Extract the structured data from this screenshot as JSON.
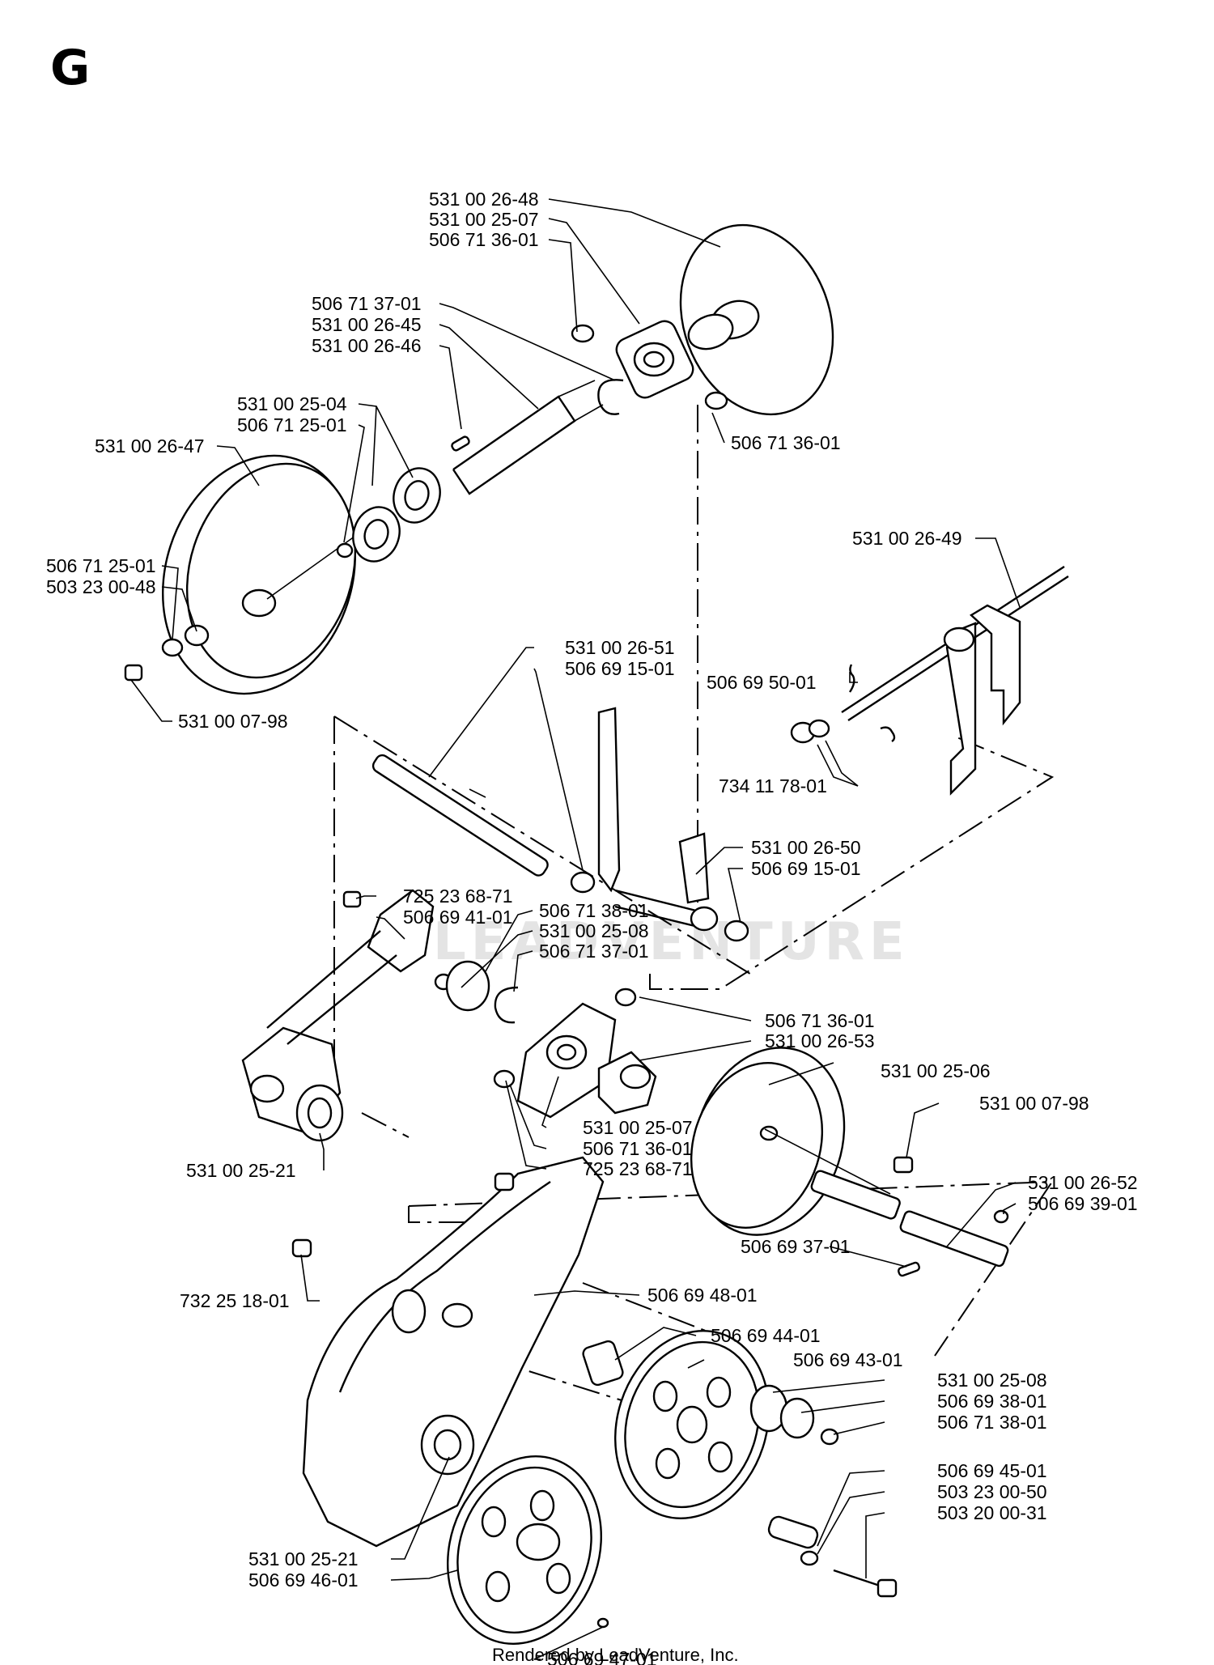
{
  "section_letter": "G",
  "watermark": "LEADVENTURE",
  "footer": "Rendered by LeadVenture, Inc.",
  "callouts": [
    {
      "label": "531 00 26-48"
    },
    {
      "label": "531 00 25-07"
    },
    {
      "label": "506 71 36-01"
    },
    {
      "label": "506 71 37-01"
    },
    {
      "label": "531 00 26-45"
    },
    {
      "label": "531 00 26-46"
    },
    {
      "label": "531 00 25-04"
    },
    {
      "label": "506 71 25-01"
    },
    {
      "label": "531 00 26-47"
    },
    {
      "label": "506 71 36-01"
    },
    {
      "label": "506 71 25-01"
    },
    {
      "label": "503 23 00-48"
    },
    {
      "label": "531 00 07-98"
    },
    {
      "label": "531 00 26-49"
    },
    {
      "label": "531 00 26-51"
    },
    {
      "label": "506 69 15-01"
    },
    {
      "label": "506 69 50-01"
    },
    {
      "label": "734 11 78-01"
    },
    {
      "label": "725 23 68-71"
    },
    {
      "label": "506 69 41-01"
    },
    {
      "label": "531 00 26-50"
    },
    {
      "label": "506 69 15-01"
    },
    {
      "label": "506 71 38-01"
    },
    {
      "label": "531 00 25-08"
    },
    {
      "label": "506 71 37-01"
    },
    {
      "label": "506 71 36-01"
    },
    {
      "label": "531 00 26-53"
    },
    {
      "label": "531 00 25-06"
    },
    {
      "label": "531 00 07-98"
    },
    {
      "label": "531 00 25-07"
    },
    {
      "label": "506 71 36-01"
    },
    {
      "label": "725 23 68-71"
    },
    {
      "label": "531 00 25-21"
    },
    {
      "label": "531 00 26-52"
    },
    {
      "label": "506 69 39-01"
    },
    {
      "label": "506 69 37-01"
    },
    {
      "label": "732 25 18-01"
    },
    {
      "label": "506 69 48-01"
    },
    {
      "label": "506 69 44-01"
    },
    {
      "label": "506 69 43-01"
    },
    {
      "label": "531 00 25-08"
    },
    {
      "label": "506 69 38-01"
    },
    {
      "label": "506 71 38-01"
    },
    {
      "label": "506 69 45-01"
    },
    {
      "label": "503 23 00-50"
    },
    {
      "label": "503 20 00-31"
    },
    {
      "label": "531 00 25-21"
    },
    {
      "label": "506 69 46-01"
    },
    {
      "label": "506 69 47-01"
    }
  ]
}
